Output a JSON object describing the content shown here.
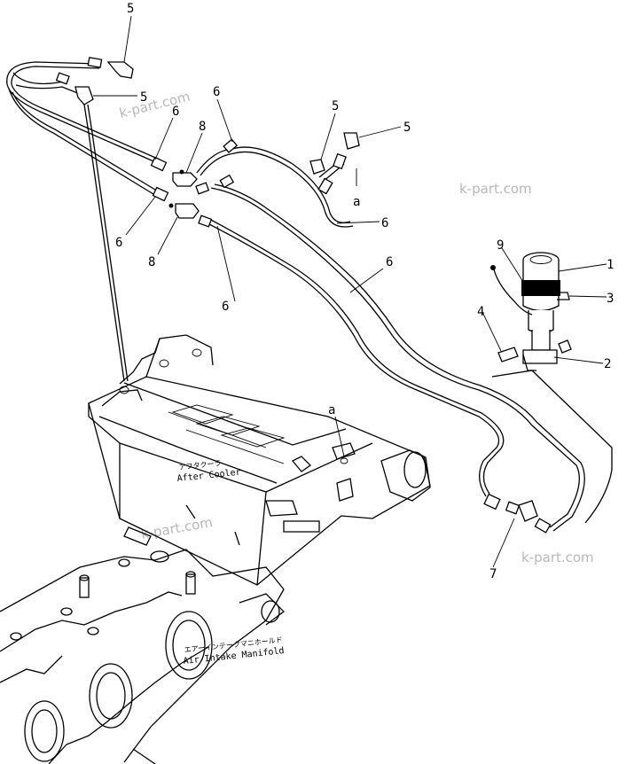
{
  "watermarks": [
    "k-part.com",
    "k-part.com",
    "k-part.com",
    "k-part.com"
  ],
  "callouts": {
    "c5a": "5",
    "c5b": "5",
    "c5c": "5",
    "c5d": "5",
    "c6a": "6",
    "c6b": "6",
    "c6c": "6",
    "c6d": "6",
    "c6e": "6",
    "c6f": "6",
    "c8a": "8",
    "c8b": "8",
    "ca1": "a",
    "ca2": "a",
    "c1": "1",
    "c2": "2",
    "c3": "3",
    "c4": "4",
    "c7": "7",
    "c9": "9"
  },
  "labels": {
    "after_cooler_jp": "アフタクーラ",
    "after_cooler_en": "After Cooler",
    "manifold_jp": "エアーインテークマニホールド",
    "manifold_en": "Air Intake Manifold"
  }
}
